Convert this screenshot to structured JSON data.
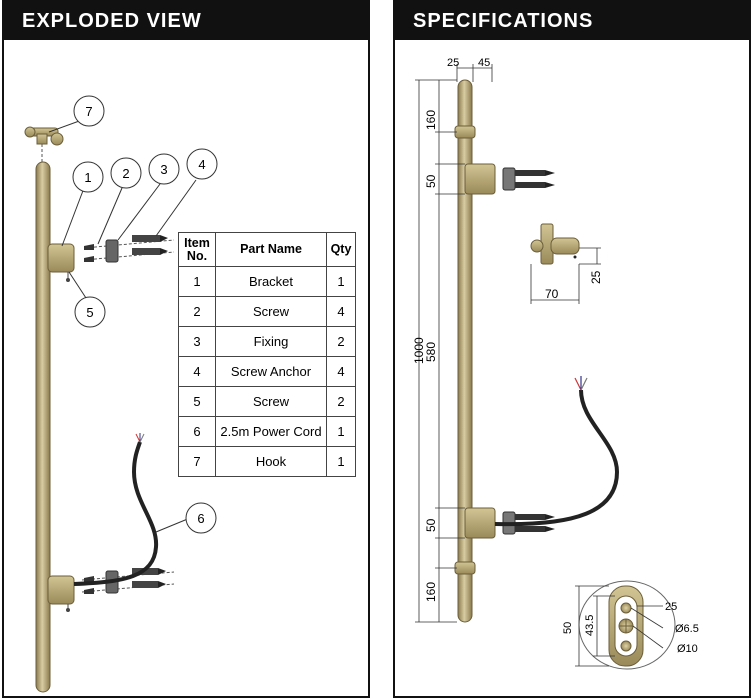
{
  "exploded": {
    "header": "EXPLODED VIEW",
    "callouts": [
      "1",
      "2",
      "3",
      "4",
      "5",
      "6",
      "7"
    ],
    "table": {
      "headers": [
        "Item No.",
        "Part Name",
        "Qty"
      ],
      "rows": [
        {
          "no": "1",
          "name": "Bracket",
          "qty": "1"
        },
        {
          "no": "2",
          "name": "Screw",
          "qty": "4"
        },
        {
          "no": "3",
          "name": "Fixing",
          "qty": "2"
        },
        {
          "no": "4",
          "name": "Screw Anchor",
          "qty": "4"
        },
        {
          "no": "5",
          "name": "Screw",
          "qty": "2"
        },
        {
          "no": "6",
          "name": "2.5m Power Cord",
          "qty": "1"
        },
        {
          "no": "7",
          "name": "Hook",
          "qty": "1"
        }
      ]
    }
  },
  "specs": {
    "header": "SPECIFICATIONS",
    "dims": {
      "top_left": "25",
      "top_right": "45",
      "total_height": "1000",
      "top_gap": "160",
      "bracket_top": "50",
      "center_span": "580",
      "bracket_bottom": "50",
      "bottom_gap": "160",
      "hook_width": "70",
      "hook_height": "25",
      "detail_outer": "50",
      "detail_inner": "43.5",
      "detail_slot": "25",
      "detail_hole_small": "Ø6.5",
      "detail_hole_large": "Ø10"
    }
  },
  "colors": {
    "brass": "#b8a77a",
    "brass_dark": "#8a7a4e",
    "header_bg": "#111111"
  }
}
